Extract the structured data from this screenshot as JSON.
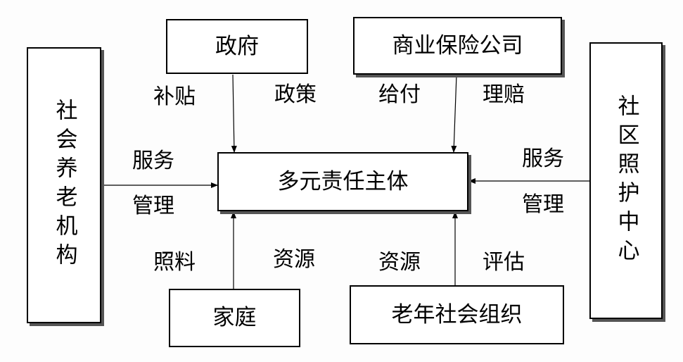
{
  "nodes": {
    "center": "多元责任主体",
    "government": "政府",
    "insurance": "商业保险公司",
    "elderly_institution": "社会养老机构",
    "community_center": "社区照护中心",
    "family": "家庭",
    "elderly_org": "老年社会组织"
  },
  "edge_labels": {
    "government_left": "补贴",
    "government_right": "政策",
    "insurance_left": "给付",
    "insurance_right": "理赔",
    "institution_top": "服务",
    "institution_bottom": "管理",
    "community_top": "服务",
    "community_bottom": "管理",
    "family_left": "照料",
    "family_right": "资源",
    "org_left": "资源",
    "org_right": "评估"
  }
}
